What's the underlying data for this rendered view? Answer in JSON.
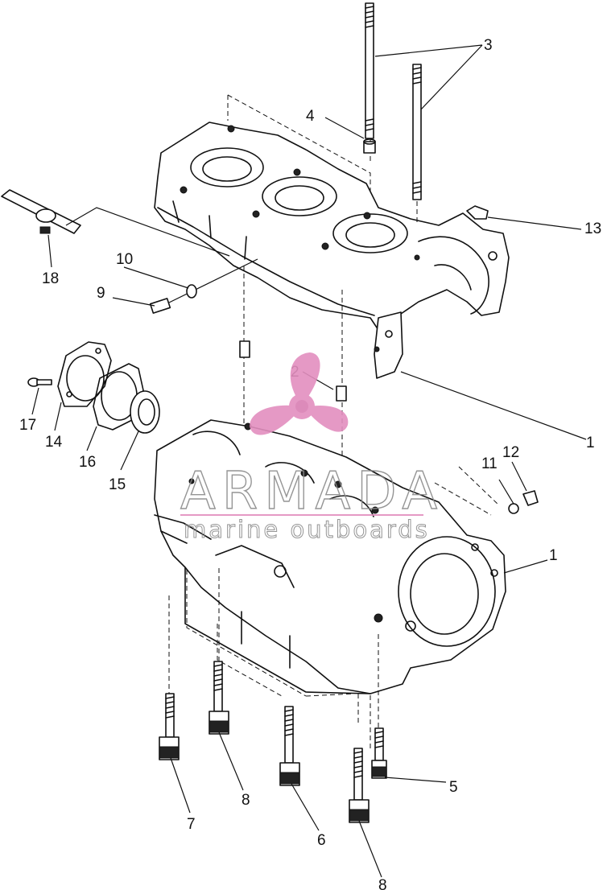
{
  "callouts": {
    "c1a": "1",
    "c1b": "1",
    "c2": "2",
    "c3": "3",
    "c4": "4",
    "c5": "5",
    "c6": "6",
    "c7": "7",
    "c8a": "8",
    "c8b": "8",
    "c9": "9",
    "c10": "10",
    "c11": "11",
    "c12": "12",
    "c13": "13",
    "c14": "14",
    "c15": "15",
    "c16": "16",
    "c17": "17",
    "c18": "18"
  },
  "watermark": {
    "brand": "ARMADA",
    "tagline": "marine outboards",
    "logo_color": "#e38fbf"
  }
}
